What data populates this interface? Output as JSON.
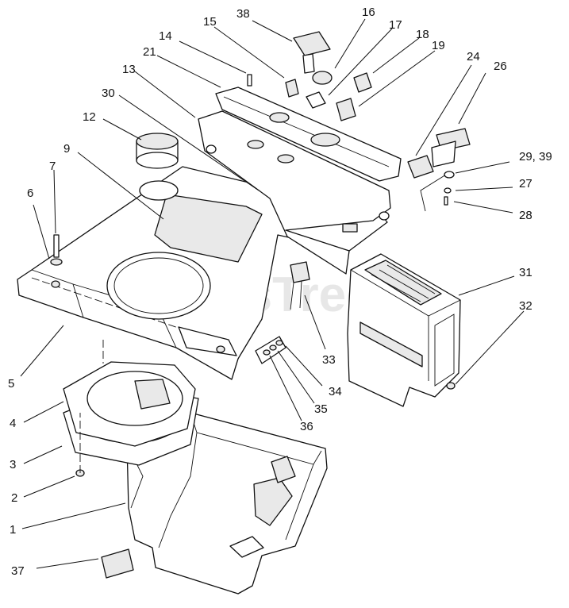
{
  "watermark": "PartsTree",
  "callouts": [
    {
      "id": "c1",
      "label": "1"
    },
    {
      "id": "c2",
      "label": "2"
    },
    {
      "id": "c3",
      "label": "3"
    },
    {
      "id": "c4",
      "label": "4"
    },
    {
      "id": "c5",
      "label": "5"
    },
    {
      "id": "c6",
      "label": "6"
    },
    {
      "id": "c7",
      "label": "7"
    },
    {
      "id": "c9",
      "label": "9"
    },
    {
      "id": "c12",
      "label": "12"
    },
    {
      "id": "c13",
      "label": "13"
    },
    {
      "id": "c14",
      "label": "14"
    },
    {
      "id": "c15",
      "label": "15"
    },
    {
      "id": "c16",
      "label": "16"
    },
    {
      "id": "c17",
      "label": "17"
    },
    {
      "id": "c18",
      "label": "18"
    },
    {
      "id": "c19",
      "label": "19"
    },
    {
      "id": "c21",
      "label": "21"
    },
    {
      "id": "c24",
      "label": "24"
    },
    {
      "id": "c26",
      "label": "26"
    },
    {
      "id": "c27",
      "label": "27"
    },
    {
      "id": "c28",
      "label": "28"
    },
    {
      "id": "c29",
      "label": "29, 39"
    },
    {
      "id": "c30",
      "label": "30"
    },
    {
      "id": "c31",
      "label": "31"
    },
    {
      "id": "c32",
      "label": "32"
    },
    {
      "id": "c33",
      "label": "33"
    },
    {
      "id": "c34",
      "label": "34"
    },
    {
      "id": "c35",
      "label": "35"
    },
    {
      "id": "c36",
      "label": "36"
    },
    {
      "id": "c37",
      "label": "37"
    },
    {
      "id": "c38",
      "label": "38"
    }
  ]
}
